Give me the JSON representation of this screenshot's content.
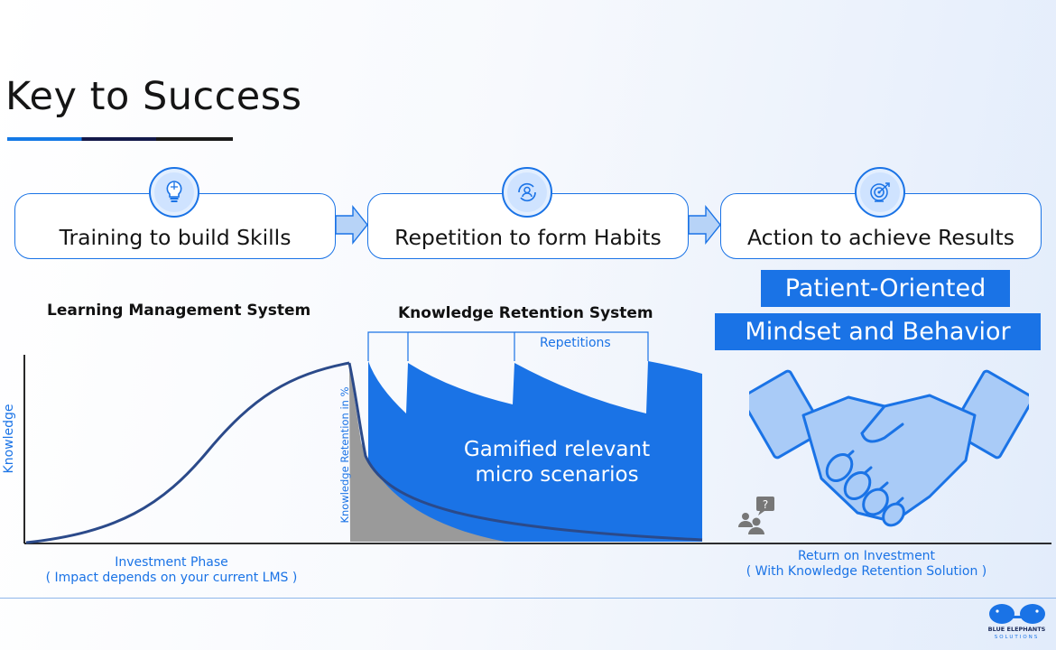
{
  "header": {
    "title": "Key to Success"
  },
  "steps": [
    {
      "label": "Training to build Skills",
      "icon": "lightbulb-icon"
    },
    {
      "label": "Repetition to form Habits",
      "icon": "repeat-user-icon"
    },
    {
      "label": "Action to achieve Results",
      "icon": "target-icon"
    }
  ],
  "sections": {
    "lms": "Learning Management System",
    "krs": "Knowledge Retention System"
  },
  "results": {
    "tag_line1": "Patient-Oriented",
    "tag_line2": "Mindset and Behavior"
  },
  "chart": {
    "y_axis_knowledge": "Knowledge",
    "y_axis_retention": "Knowledge Retention in %",
    "repetitions": "Repetitions",
    "gamified_line1": "Gamified relevant",
    "gamified_line2": "micro scenarios",
    "investment_line1": "Investment Phase",
    "investment_line2": "( Impact depends on your current LMS )",
    "roi_line1": "Return on Investment",
    "roi_line2": "( With Knowledge Retention Solution )"
  },
  "colors": {
    "accent": "#1a73e6",
    "curve": "#2b4a8a",
    "gray_fill": "#9a9a9a"
  },
  "logo": {
    "name": "BLUE ELEPHANTS",
    "sub": "SOLUTIONS"
  }
}
